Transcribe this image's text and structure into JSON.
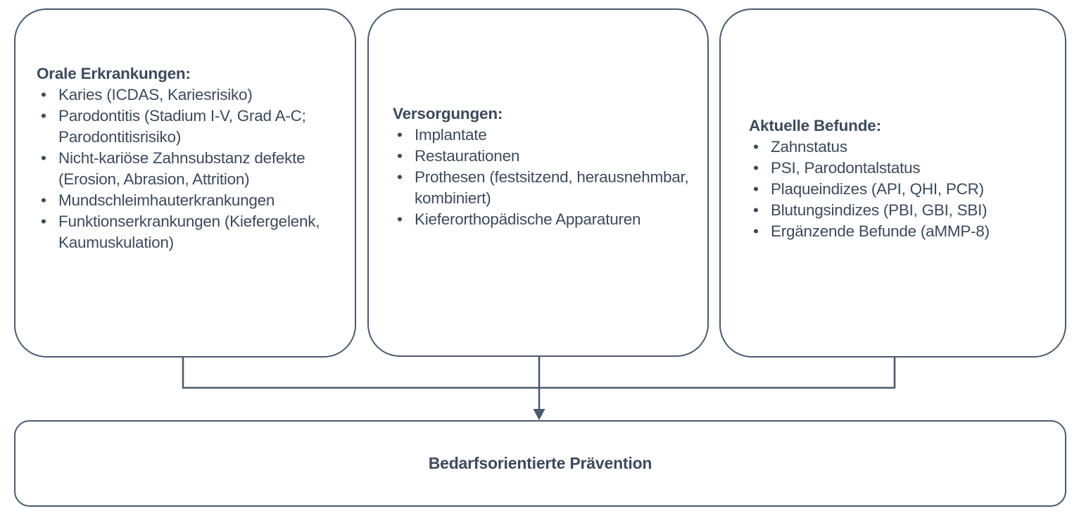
{
  "diagram": {
    "title_text_color": "#3d4a5c",
    "stroke_color": "#4a5a6e",
    "background_color": "#ffffff",
    "boxes": [
      {
        "id": "orale-erkrankungen",
        "title": "Orale Erkrankungen:",
        "items": [
          "Karies (ICDAS, Kariesrisiko)",
          "Parodontitis (Stadium I-V, Grad A-C; Parodontitisrisiko)",
          "Nicht-kariöse Zahnsubstanz defekte (Erosion, Abrasion, Attrition)",
          "Mundschleimhauterkrankungen",
          "Funktionserkrankungen (Kiefergelenk, Kaumuskulation)"
        ]
      },
      {
        "id": "versorgungen",
        "title": "Versorgungen:",
        "items": [
          "Implantate",
          "Restaurationen",
          "Prothesen (festsitzend, herausnehmbar, kombiniert)",
          "Kieferorthopädische Apparaturen"
        ]
      },
      {
        "id": "aktuelle-befunde",
        "title": "Aktuelle Befunde:",
        "items": [
          "Zahnstatus",
          "PSI, Parodontalstatus",
          "Plaqueindizes (API, QHI, PCR)",
          "Blutungsindizes (PBI, GBI, SBI)",
          "Ergänzende Befunde (aMMP-8)"
        ]
      }
    ],
    "bullet_glyph": "•",
    "outcome": {
      "label": "Bedarfsorientierte Prävention"
    },
    "connector": {
      "arrow_icon": "down-arrow-icon"
    }
  }
}
